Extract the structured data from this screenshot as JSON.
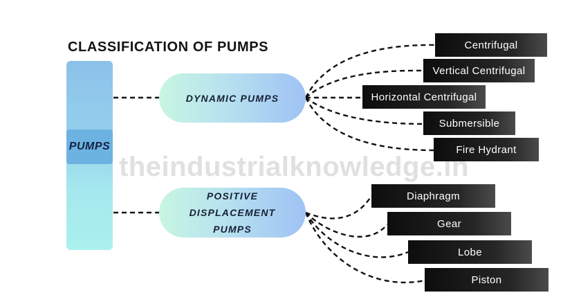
{
  "diagram": {
    "title": "CLASSIFICATION OF PUMPS",
    "root": {
      "label": "PUMPS"
    },
    "branches": [
      {
        "id": "dynamic",
        "label": "DYNAMIC PUMPS",
        "children": [
          "Centrifugal",
          "Vertical  Centrifugal",
          "Horizontal  Centrifugal",
          "Submersible",
          "Fire Hydrant"
        ]
      },
      {
        "id": "positive",
        "label": "POSITIVE\nDISPLACEMENT\nPUMPS",
        "children": [
          "Diaphragm",
          "Gear",
          "Lobe",
          "Piston"
        ]
      }
    ],
    "watermark": "theindustrialknowledge.in"
  }
}
